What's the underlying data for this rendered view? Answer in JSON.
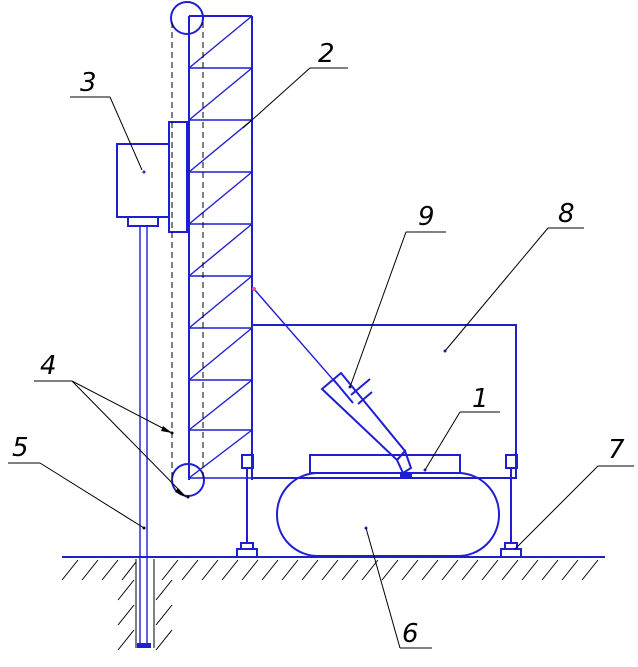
{
  "colors": {
    "structure": "#1f1fd1",
    "annotation": "#000000",
    "background": "#ffffff",
    "marker": "#e05a8a"
  },
  "callouts": [
    {
      "id": "1",
      "label": "1"
    },
    {
      "id": "2",
      "label": "2"
    },
    {
      "id": "3",
      "label": "3"
    },
    {
      "id": "4",
      "label": "4"
    },
    {
      "id": "5",
      "label": "5"
    },
    {
      "id": "6",
      "label": "6"
    },
    {
      "id": "7",
      "label": "7"
    },
    {
      "id": "8",
      "label": "8"
    },
    {
      "id": "9",
      "label": "9"
    }
  ]
}
